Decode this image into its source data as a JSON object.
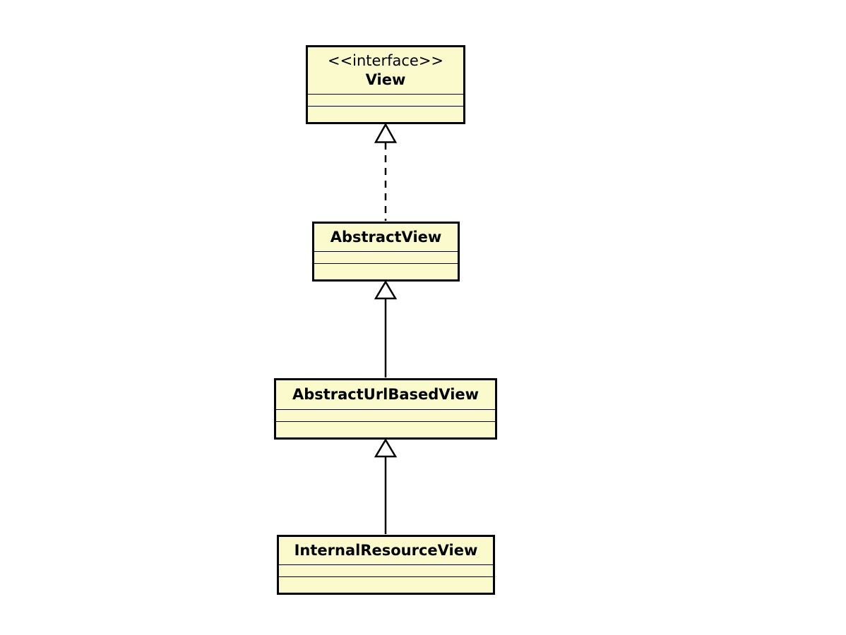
{
  "diagram": {
    "kind": "uml-class-diagram",
    "colors": {
      "background": "#ffffff",
      "box-fill": "#fbfacd",
      "box-border": "#000000",
      "line": "#000000",
      "arrow-fill": "#ffffff",
      "text": "#000000"
    },
    "classes": [
      {
        "stereotype": "<<interface>>",
        "name": "View",
        "attributes": [],
        "operations": []
      },
      {
        "name": "AbstractView",
        "attributes": [],
        "operations": []
      },
      {
        "name": "AbstractUrlBasedView",
        "attributes": [],
        "operations": []
      },
      {
        "name": "InternalResourceView",
        "attributes": [],
        "operations": []
      }
    ],
    "relationships": [
      {
        "from": "AbstractView",
        "to": "View",
        "type": "realization",
        "line_style": "dashed",
        "arrowhead": "hollow-triangle"
      },
      {
        "from": "AbstractUrlBasedView",
        "to": "AbstractView",
        "type": "generalization",
        "line_style": "solid",
        "arrowhead": "hollow-triangle"
      },
      {
        "from": "InternalResourceView",
        "to": "AbstractUrlBasedView",
        "type": "generalization",
        "line_style": "solid",
        "arrowhead": "hollow-triangle"
      }
    ]
  }
}
